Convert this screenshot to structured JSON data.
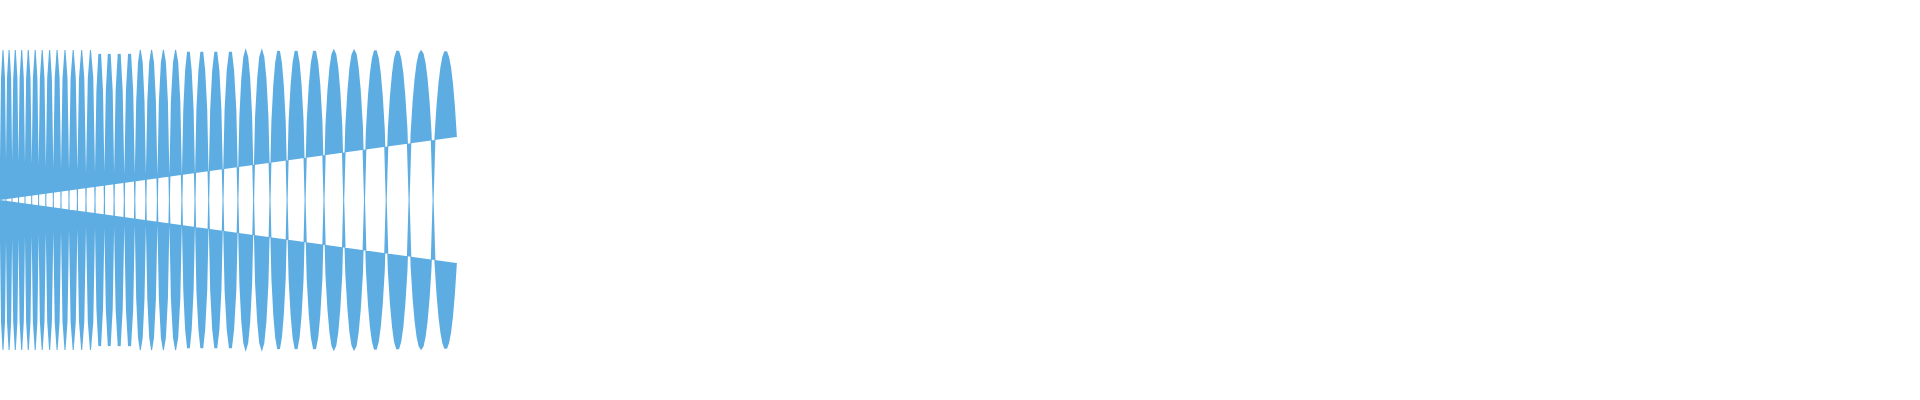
{
  "waveform": {
    "color": "#5dade2",
    "background": "#ffffff",
    "amplitude_max": 1.0,
    "visible_end_fraction": 0.88,
    "amplitude_profile": [
      1.0,
      1.0,
      1.0,
      1.0,
      1.0,
      1.0,
      0.99,
      0.98,
      0.97,
      0.95,
      0.91,
      0.85,
      0.74,
      0.53,
      0.35,
      0.19,
      0.09,
      0.03,
      0.015,
      0.008,
      0.004,
      0.002,
      0.0
    ]
  }
}
